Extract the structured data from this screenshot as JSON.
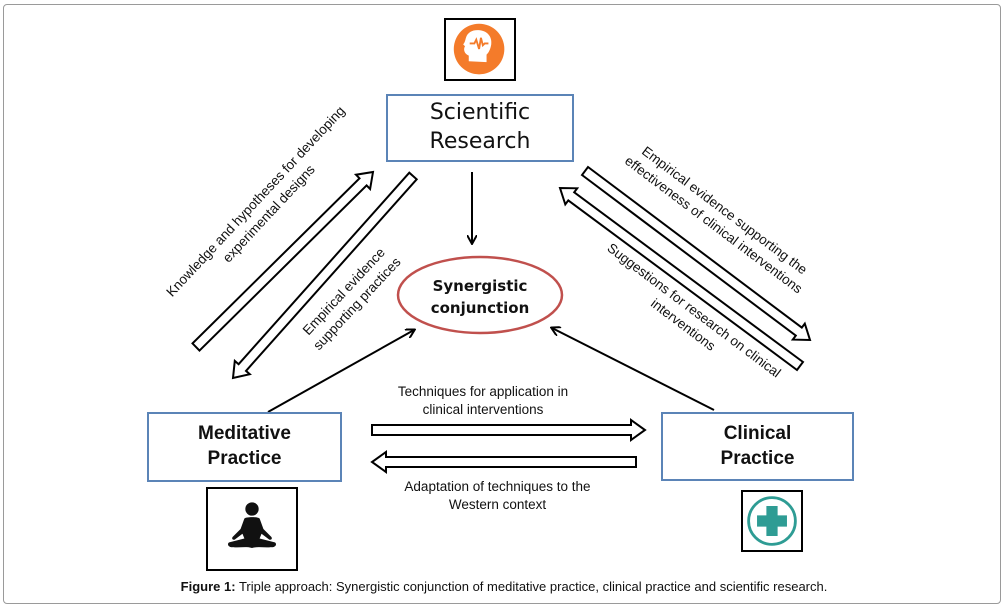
{
  "nodes": {
    "scientific_research": {
      "line1": "Scientific",
      "line2": "Research"
    },
    "meditative_practice": {
      "line1": "Meditative",
      "line2": "Practice"
    },
    "clinical_practice": {
      "line1": "Clinical",
      "line2": "Practice"
    },
    "center": {
      "line1": "Synergistic",
      "line2": "conjunction"
    }
  },
  "icons": {
    "scientific_research": "brain-activity-icon",
    "meditative_practice": "meditation-icon",
    "clinical_practice": "medical-cross-icon"
  },
  "edges": {
    "med_to_sci": {
      "line1": "Knowledge and hypotheses for developing",
      "line2": "experimental designs"
    },
    "sci_to_med": {
      "line1": "Empirical evidence",
      "line2": "supporting practices"
    },
    "cli_to_sci": {
      "line1": "Empirical evidence supporting the",
      "line2": "effectiveness of clinical interventions"
    },
    "sci_to_cli": {
      "line1": "Suggestions for research on clinical",
      "line2": "interventions"
    },
    "med_to_cli": {
      "line1": "Techniques for application in",
      "line2": "clinical interventions"
    },
    "cli_to_med": {
      "line1": "Adaptation of  techniques to the",
      "line2": "Western context"
    }
  },
  "colors": {
    "node_border": "#5b84b7",
    "ellipse_border": "#c0504d",
    "brain_icon": "#f47b2a",
    "clinical_icon": "#2e9c94"
  },
  "caption": {
    "label": "Figure 1:",
    "text": " Triple approach: Synergistic conjunction of meditative practice, clinical practice and scientific research."
  }
}
